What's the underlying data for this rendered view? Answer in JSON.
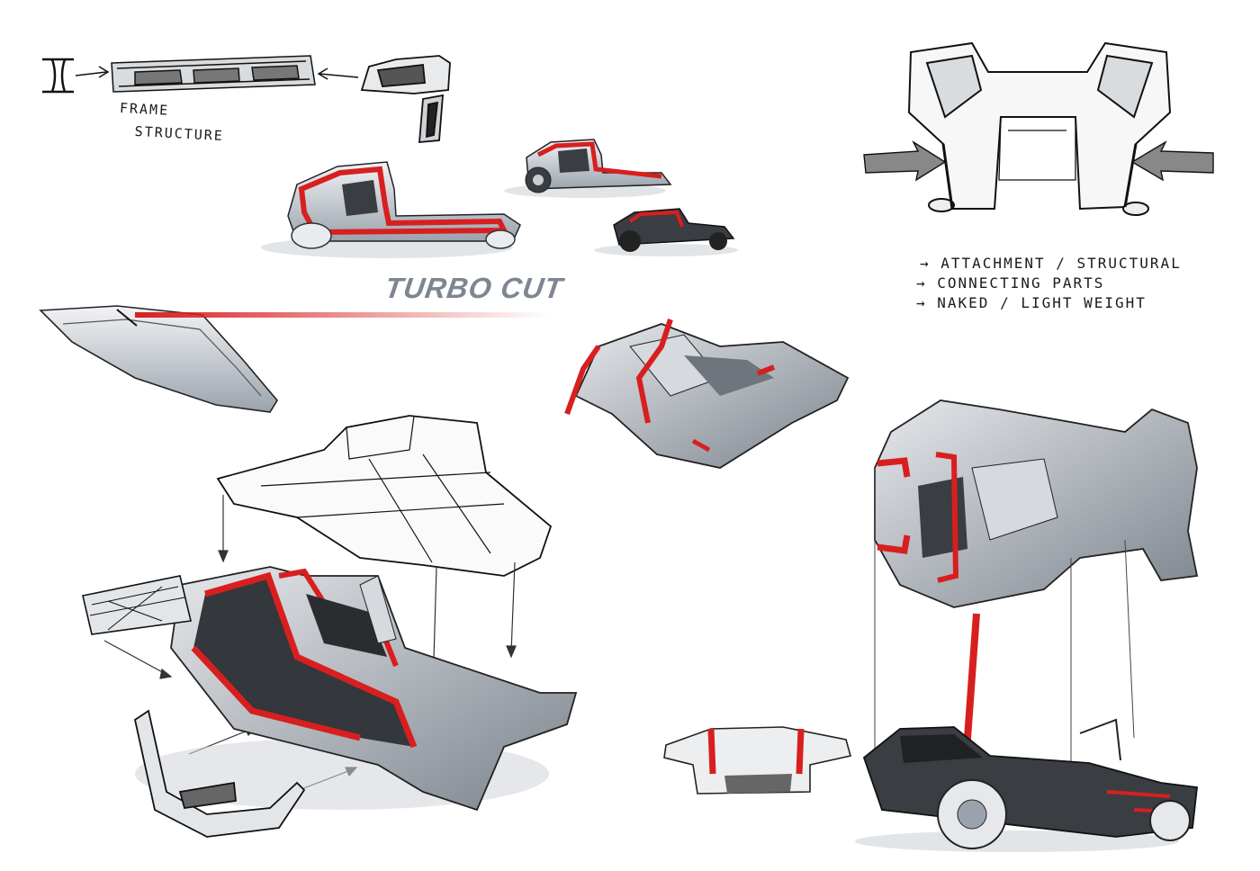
{
  "labels": {
    "frame_line1": "FRAME",
    "frame_line2": "STRUCTURE"
  },
  "brand": {
    "text": "TURBO CUT"
  },
  "notes": [
    "→ ATTACHMENT / STRUCTURAL",
    "→ CONNECTING PARTS",
    "→ NAKED / LIGHT WEIGHT"
  ],
  "colors": {
    "accent": "#d81f1f",
    "ink": "#1a1a1a",
    "marker_gray": "#9aa3ad",
    "dark_fill": "#3a3d42"
  }
}
